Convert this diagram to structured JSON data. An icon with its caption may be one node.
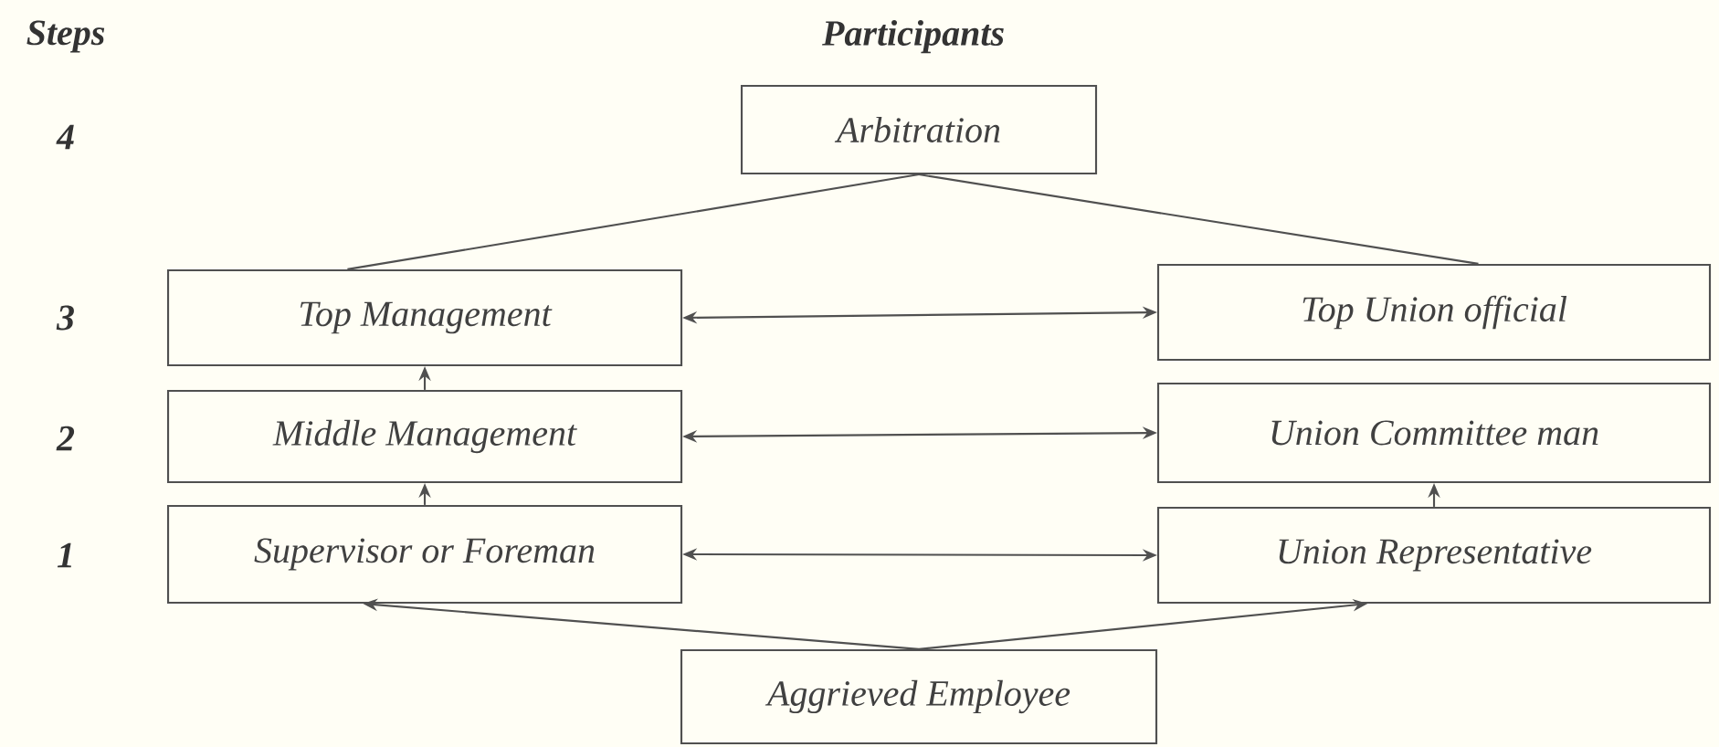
{
  "diagram": {
    "nodes": [
      {
        "text": [
          "Arbitration"
        ]
      },
      {
        "text": [
          "Top Management"
        ]
      },
      {
        "text": [
          "Top Union official"
        ]
      },
      {
        "text": [
          "Middle Management"
        ]
      },
      {
        "text": [
          "Union Committee man"
        ]
      },
      {
        "text": [
          "Supervisor or Foreman"
        ]
      },
      {
        "text": [
          "Union Representative"
        ]
      },
      {
        "text": [
          "Aggrieved Employee"
        ]
      }
    ],
    "edges": [
      {
        "from": 0,
        "to": 1,
        "arrow": "none"
      },
      {
        "from": 0,
        "to": 2,
        "arrow": "none"
      },
      {
        "from": 1,
        "to": 2,
        "arrow": "both"
      },
      {
        "from": 3,
        "to": 1,
        "arrow": "to"
      },
      {
        "from": 3,
        "to": 4,
        "arrow": "both"
      },
      {
        "from": 6,
        "to": 4,
        "arrow": "to"
      },
      {
        "from": 5,
        "to": 3,
        "arrow": "to"
      },
      {
        "from": 5,
        "to": 6,
        "arrow": "both"
      },
      {
        "from": 7,
        "to": 5,
        "arrow": "to"
      },
      {
        "from": 7,
        "to": 6,
        "arrow": "to"
      }
    ],
    "labels": [
      "Steps",
      "Participants",
      "4",
      "3",
      "2",
      "1"
    ]
  }
}
